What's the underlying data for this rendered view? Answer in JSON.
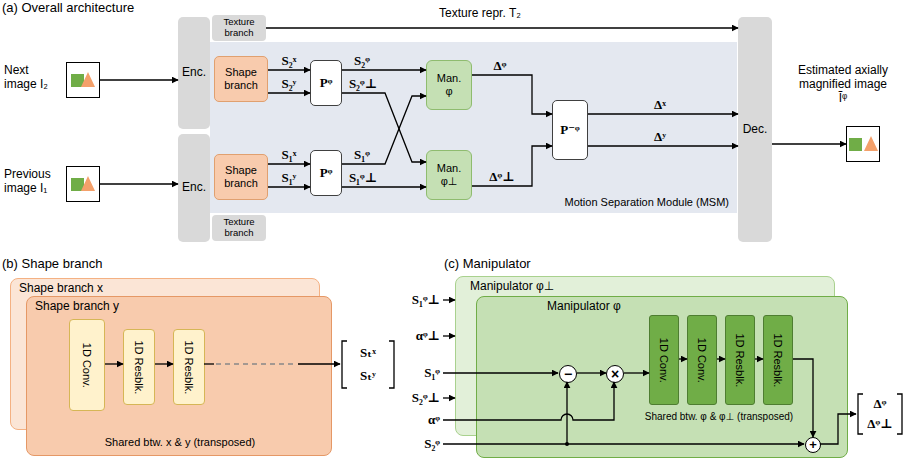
{
  "diagram": {
    "nodes": [
      {
        "text": [
          "Next image I₂"
        ]
      },
      {
        "text": [
          "Previous image I₁"
        ]
      },
      {
        "text": [
          "Enc."
        ]
      },
      {
        "text": [
          "Enc."
        ]
      },
      {
        "text": [
          "Texture branch"
        ]
      },
      {
        "text": [
          "Texture branch"
        ]
      },
      {
        "text": [
          "Motion Separation Module (MSM)"
        ]
      },
      {
        "text": [
          "Shape branch"
        ],
        "in": 6
      },
      {
        "text": [
          "Shape branch"
        ],
        "in": 6
      },
      {
        "text": [
          "Pᵠ"
        ],
        "in": 6
      },
      {
        "text": [
          "Pᵠ"
        ],
        "in": 6
      },
      {
        "text": [
          "Man. φ"
        ],
        "in": 6
      },
      {
        "text": [
          "Man. φ⊥"
        ],
        "in": 6
      },
      {
        "text": [
          "P⁻ᵠ"
        ],
        "in": 6
      },
      {
        "text": [
          "Dec."
        ]
      },
      {
        "text": [
          "Estimated axially magnified image Ĩᵠ"
        ]
      },
      {
        "text": [
          "Shape branch x"
        ]
      },
      {
        "text": [
          "Shape branch y",
          "Shared btw. x & y (transposed)"
        ]
      },
      {
        "text": [
          "1D Conv."
        ],
        "in": 17
      },
      {
        "text": [
          "1D Resblk."
        ],
        "in": 17
      },
      {
        "text": [
          "1D Resblk."
        ],
        "in": 17
      },
      {
        "text": [
          "Manipulator φ⊥"
        ]
      },
      {
        "text": [
          "Manipulator φ",
          "Shared btw. φ & φ⊥ (transposed)"
        ]
      },
      {
        "text": [
          "−"
        ],
        "in": 22
      },
      {
        "text": [
          "×"
        ],
        "in": 22
      },
      {
        "text": [
          "1D Conv."
        ],
        "in": 22
      },
      {
        "text": [
          "1D Conv."
        ],
        "in": 22
      },
      {
        "text": [
          "1D Resblk."
        ],
        "in": 22
      },
      {
        "text": [
          "1D Resblk."
        ],
        "in": 22
      },
      {
        "text": [
          "+"
        ],
        "in": 22
      }
    ],
    "edges": [
      {
        "from": 0,
        "to": 2,
        "arrow": "to"
      },
      {
        "from": 1,
        "to": 3,
        "arrow": "to"
      },
      {
        "from": 4,
        "to": 14,
        "label": "Texture repr. T₂",
        "arrow": "to"
      },
      {
        "from": 7,
        "to": 9,
        "label": "S₂ˣ",
        "arrow": "to"
      },
      {
        "from": 7,
        "to": 9,
        "label": "S₂ʸ",
        "arrow": "to"
      },
      {
        "from": 8,
        "to": 10,
        "label": "S₁ˣ",
        "arrow": "to"
      },
      {
        "from": 8,
        "to": 10,
        "label": "S₁ʸ",
        "arrow": "to"
      },
      {
        "from": 9,
        "to": 11,
        "label": "S₂ᵠ",
        "arrow": "to"
      },
      {
        "from": 9,
        "to": 12,
        "label": "S₂ᵠ⊥",
        "arrow": "to"
      },
      {
        "from": 10,
        "to": 11,
        "label": "S₁ᵠ",
        "arrow": "to"
      },
      {
        "from": 10,
        "to": 12,
        "label": "S₁ᵠ⊥",
        "arrow": "to"
      },
      {
        "from": 11,
        "to": 13,
        "label": "Δᵠ",
        "arrow": "to"
      },
      {
        "from": 12,
        "to": 13,
        "label": "Δᵠ⊥",
        "arrow": "to"
      },
      {
        "from": 13,
        "to": 14,
        "label": "Δˣ",
        "arrow": "to"
      },
      {
        "from": 13,
        "to": 14,
        "label": "Δʸ",
        "arrow": "to"
      },
      {
        "from": 14,
        "to": 15,
        "arrow": "to"
      },
      {
        "from": 18,
        "to": 19,
        "arrow": "to"
      },
      {
        "from": 19,
        "to": 20,
        "arrow": "to"
      },
      {
        "from": 23,
        "to": 24,
        "arrow": "to"
      },
      {
        "from": 24,
        "to": 25,
        "arrow": "to"
      },
      {
        "from": 25,
        "to": 26,
        "arrow": "to"
      },
      {
        "from": 26,
        "to": 27,
        "arrow": "to"
      },
      {
        "from": 27,
        "to": 28,
        "arrow": "to"
      },
      {
        "from": 28,
        "to": 29,
        "arrow": "to"
      }
    ],
    "labels": [
      "(a) Overall architecture",
      "(b) Shape branch",
      "(c) Manipulator",
      "Sₜˣ",
      "Sₜʸ",
      "S₁ᵠ⊥",
      "αᵠ⊥",
      "S₁ᵠ",
      "S₂ᵠ⊥",
      "αᵠ",
      "S₂ᵠ",
      "Δᵠ",
      "Δᵠ⊥"
    ]
  }
}
